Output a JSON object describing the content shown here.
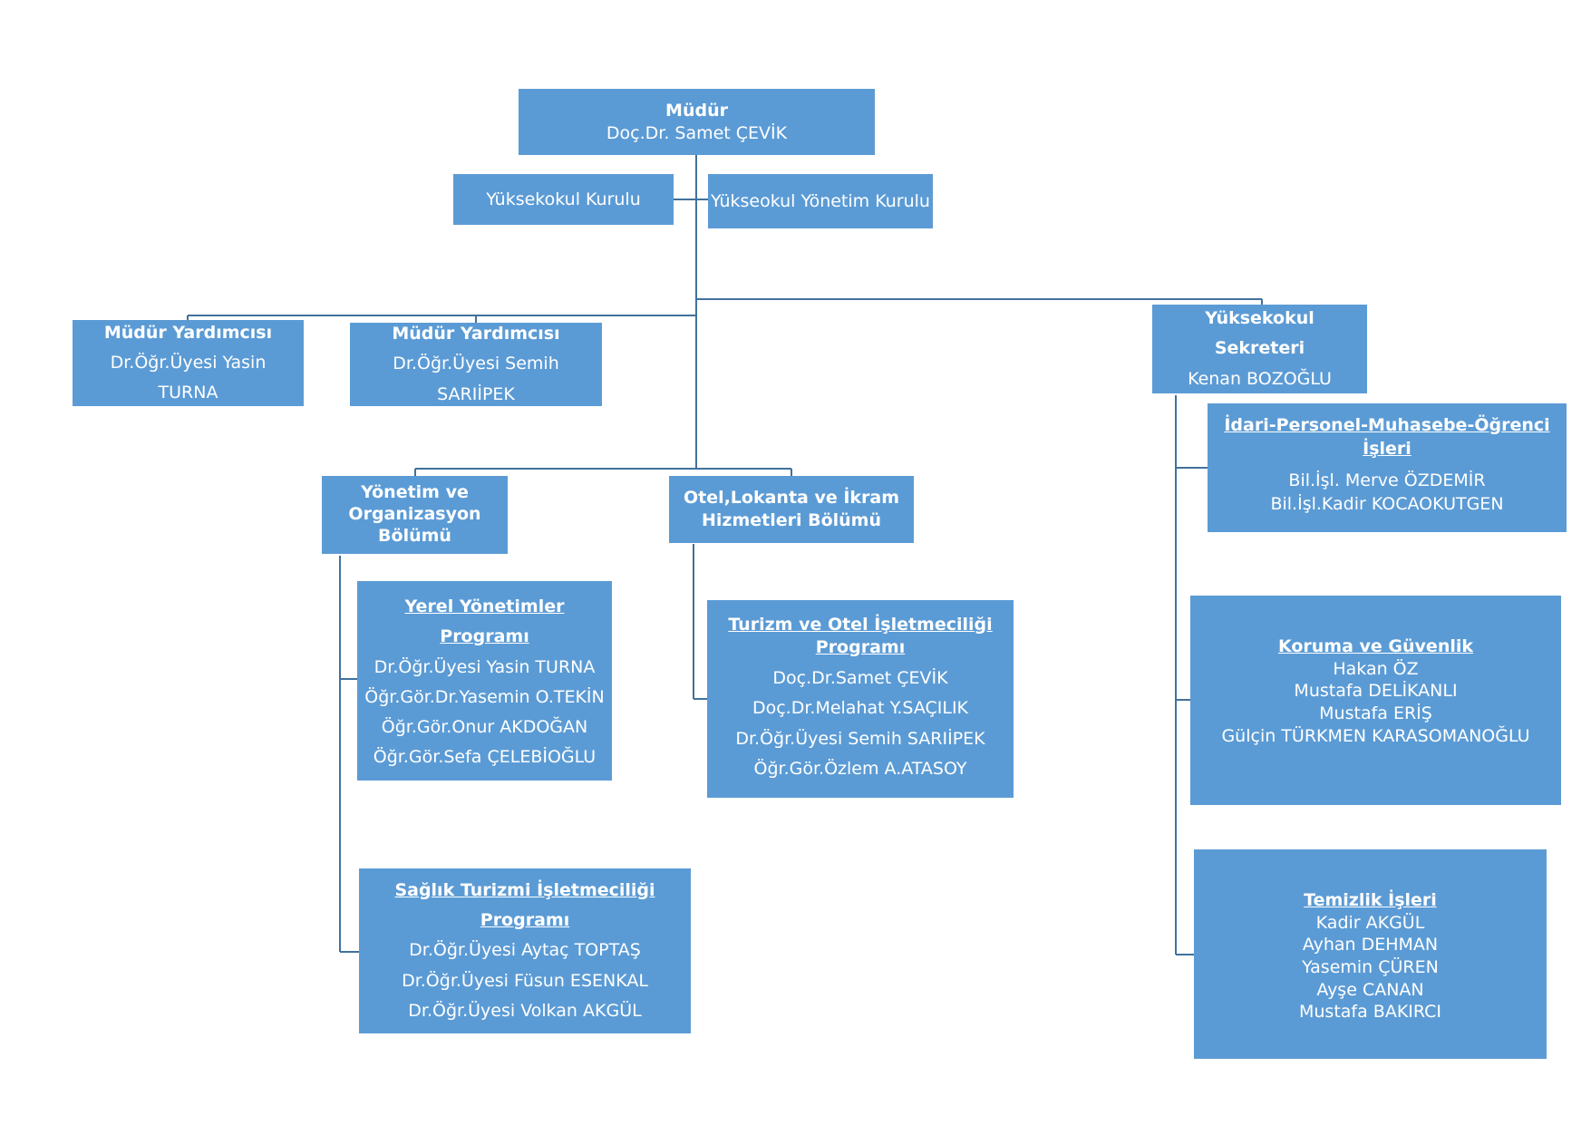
{
  "mudur": {
    "title": "Müdür",
    "name": "Doç.Dr. Samet ÇEVİK"
  },
  "kurul": {
    "label": "Yüksekokul Kurulu"
  },
  "yonetim_kurulu": {
    "label": "Yükseokul Yönetim Kurulu"
  },
  "yardimci1": {
    "title": "Müdür Yardımcısı",
    "name": "Dr.Öğr.Üyesi Yasin TURNA"
  },
  "yardimci2": {
    "title": "Müdür Yardımcısı",
    "name": "Dr.Öğr.Üyesi Semih SARIİPEK"
  },
  "sekreter": {
    "title": "Yüksekokul Sekreteri",
    "name": "Kenan BOZOĞLU"
  },
  "bolum_yo": {
    "title_lines": [
      "Yönetim ve",
      "Organizasyon",
      "Bölümü"
    ]
  },
  "bolum_otel": {
    "title_lines": [
      "Otel,Lokanta ve İkram",
      "Hizmetleri Bölümü"
    ]
  },
  "prog_yerel": {
    "title": "Yerel Yönetimler Programı",
    "members": [
      "Dr.Öğr.Üyesi Yasin TURNA",
      "Öğr.Gör.Dr.Yasemin O.TEKİN",
      "Öğr.Gör.Onur AKDOĞAN",
      "Öğr.Gör.Sefa ÇELEBİOĞLU"
    ]
  },
  "prog_saglik": {
    "title": "Sağlık Turizmi İşletmeciliği Programı",
    "members": [
      "Dr.Öğr.Üyesi Aytaç TOPTAŞ",
      "Dr.Öğr.Üyesi Füsun ESENKAL",
      "Dr.Öğr.Üyesi Volkan AKGÜL"
    ]
  },
  "prog_turizm": {
    "title_lines": [
      "Turizm ve Otel İşletmeciliği",
      "Programı"
    ],
    "members": [
      "Doç.Dr.Samet ÇEVİK",
      "Doç.Dr.Melahat Y.SAÇILIK",
      "Dr.Öğr.Üyesi Semih SARIİPEK",
      "Öğr.Gör.Özlem A.ATASOY"
    ]
  },
  "idari": {
    "title": "İdari-Personel-Muhasebe-Öğrenci İşleri",
    "members": [
      "Bil.İşl. Merve ÖZDEMİR",
      "Bil.İşl.Kadir KOCAOKUTGEN"
    ]
  },
  "koruma": {
    "title": "Koruma ve Güvenlik",
    "members": [
      "Hakan ÖZ",
      "Mustafa DELİKANLI",
      "Mustafa ERİŞ",
      "Gülçin TÜRKMEN KARASOMANOĞLU"
    ]
  },
  "temizlik": {
    "title": "Temizlik İşleri",
    "members": [
      "Kadir AKGÜL",
      "Ayhan DEHMAN",
      "Yasemin ÇÜREN",
      "Ayşe CANAN",
      "Mustafa BAKIRCI"
    ]
  },
  "colors": {
    "box": "#5b9bd5",
    "line": "#41719c",
    "text": "#ffffff"
  }
}
